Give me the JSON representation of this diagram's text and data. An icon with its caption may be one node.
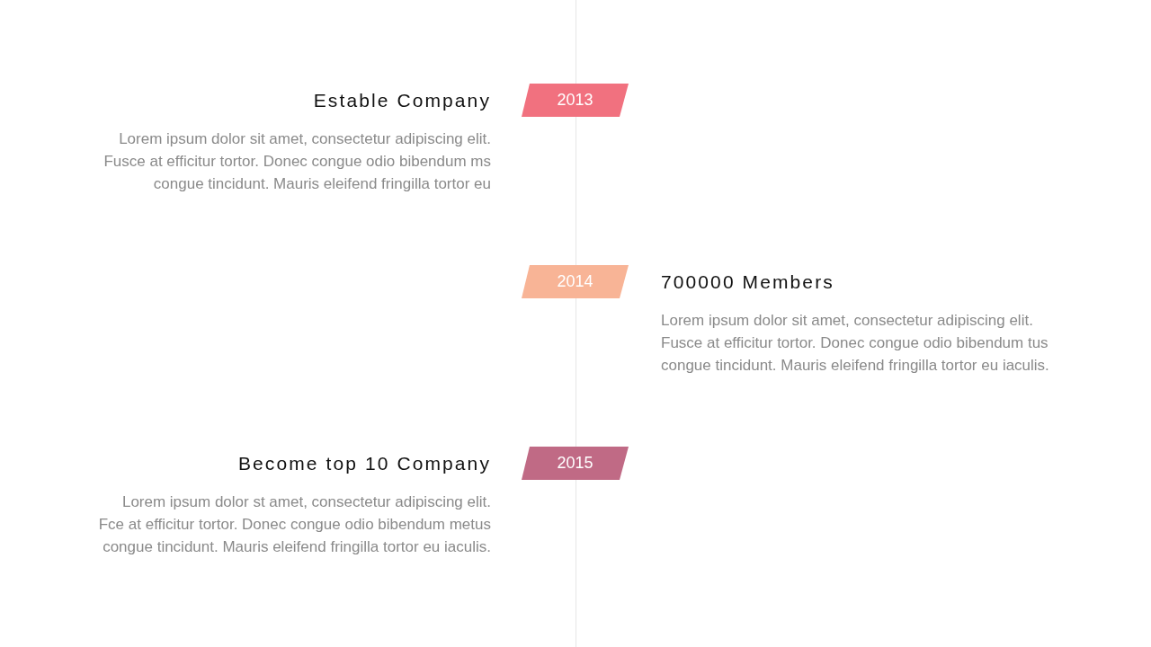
{
  "diagram": {
    "nodes": [
      {
        "text": [
          "2013"
        ],
        "beside": [
          "Estable Company",
          "Lorem ipsum dolor sit amet, consectetur adipiscing elit. Fusce at efficitur tortor. Donec congue odio bibendum ms congue tincidunt. Mauris eleifend fringilla tortor eu"
        ]
      },
      {
        "text": [
          "2014"
        ],
        "beside": [
          "700000 Members",
          "Lorem ipsum dolor sit amet, consectetur adipiscing elit. Fusce at efficitur tortor. Donec congue odio bibendum tus congue tincidunt. Mauris eleifend fringilla tortor eu iaculis."
        ]
      },
      {
        "text": [
          "2015"
        ],
        "beside": [
          "Become top 10 Company",
          "Lorem ipsum dolor st amet, consectetur adipiscing elit. Fce at efficitur tortor. Donec congue odio bibendum metus congue tincidunt. Mauris eleifend fringilla tortor eu iaculis."
        ]
      }
    ]
  }
}
